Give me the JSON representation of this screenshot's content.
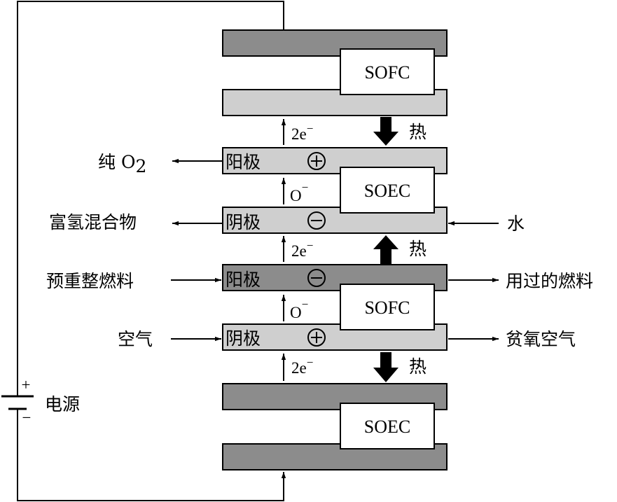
{
  "diagram": {
    "colors": {
      "dark": "#8c8c8c",
      "light": "#cfcfcf",
      "line": "#000000",
      "bg": "#ffffff"
    },
    "units": [
      {
        "label": "SOFC"
      },
      {
        "label": "SOEC"
      },
      {
        "label": "SOFC"
      },
      {
        "label": "SOEC"
      }
    ],
    "electrodes": {
      "anode": "阳极",
      "cathode": "阴极",
      "plus": "+",
      "minus": "−"
    },
    "flows": {
      "electrons": "2e",
      "electron_charge": "−",
      "oxygen_ion": "O",
      "oxygen_charge": "−",
      "heat": "热"
    },
    "left_labels": {
      "pure_o2_text": "纯",
      "pure_o2_formula": "O",
      "pure_o2_sub": "2",
      "hydrogen_mix": "富氢混合物",
      "prereformed_fuel": "预重整燃料",
      "air": "空气"
    },
    "right_labels": {
      "water": "水",
      "spent_fuel": "用过的燃料",
      "depleted_air": "贫氧空气"
    },
    "power_supply": {
      "label": "电源",
      "plus": "+",
      "minus": "−"
    }
  }
}
